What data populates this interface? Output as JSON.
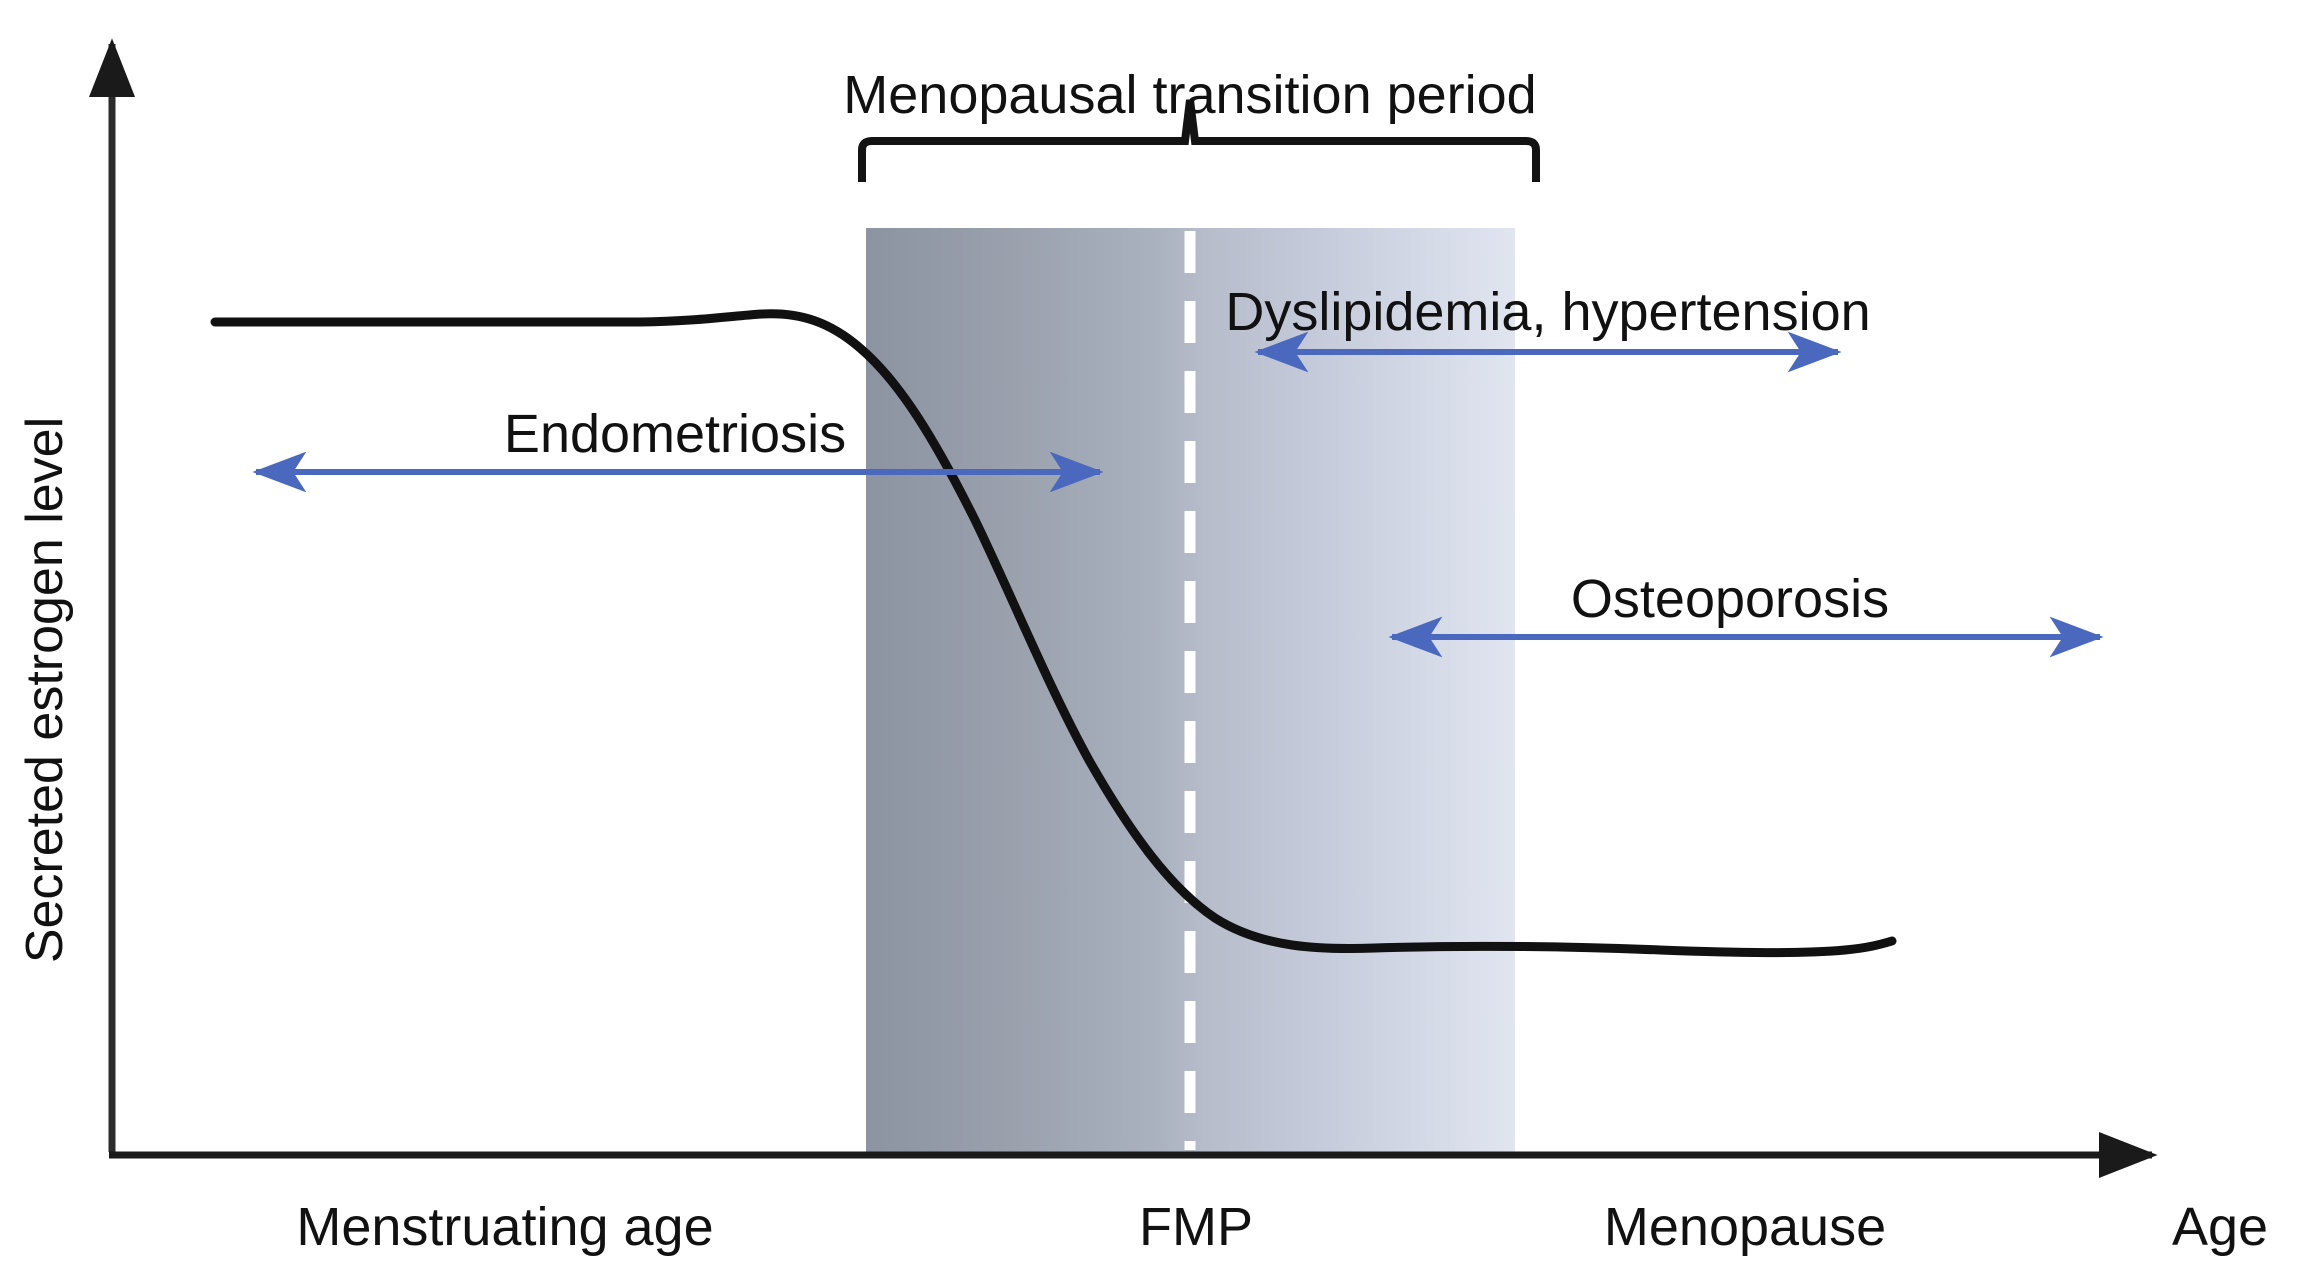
{
  "figure": {
    "type": "schematic-line-chart",
    "ylabel": "Secreted estrogen level",
    "xlabel": "Age",
    "bracket_label": "Menopausal transition period",
    "fmp_marker": "FMP"
  },
  "axis": {
    "x_ticks": [
      "Menstruating age",
      "FMP",
      "Menopause"
    ],
    "y_axis_label": "Secreted estrogen level",
    "x_axis_label": "Age"
  },
  "annotations": [
    {
      "label": "Dyslipidemia, hypertension"
    },
    {
      "label": "Endometriosis"
    },
    {
      "label": "Osteoporosis"
    }
  ],
  "colors": {
    "arrow": "#4a68bd",
    "curve": "#000000",
    "axis": "#1a1a1a",
    "band_left": "#8f96a3",
    "band_right": "#dee3ef",
    "fmp_dash": "#ffffff"
  },
  "chart_data": {
    "type": "line",
    "title": "",
    "xlabel": "Age",
    "ylabel": "Secreted estrogen level",
    "xlim": [
      0,
      100
    ],
    "ylim": [
      0,
      100
    ],
    "grid": false,
    "legend": "none",
    "series": [
      {
        "name": "Secreted estrogen level",
        "x": [
          5,
          20,
          32,
          40,
          45,
          50,
          55,
          58,
          62,
          66,
          70,
          75,
          80,
          88,
          95,
          100
        ],
        "values": [
          83,
          83,
          84,
          85,
          84,
          78,
          68,
          58,
          47,
          38,
          30,
          24,
          21,
          20,
          20,
          21
        ]
      }
    ],
    "x_tick_labels": [
      "Menstruating age",
      "FMP",
      "Menopause"
    ],
    "x_tick_positions": [
      17,
      53,
      75
    ],
    "shaded_band": {
      "label": "Menopausal transition period",
      "x_start": 37,
      "x_end": 69,
      "y_top": 92,
      "gradient_from": "#8f96a3",
      "gradient_to": "#dee3ef"
    },
    "fmp_line": {
      "label": "FMP",
      "x": 53,
      "style": "dashed",
      "color": "#ffffff"
    },
    "annotation_arrows": [
      {
        "label": "Dyslipidemia, hypertension",
        "x_start": 56,
        "x_end": 84,
        "y": 78,
        "double_headed": true
      },
      {
        "label": "Endometriosis",
        "x_start": 7,
        "x_end": 48,
        "y": 73,
        "double_headed": true
      },
      {
        "label": "Osteoporosis",
        "x_start": 62,
        "x_end": 97,
        "y": 59,
        "double_headed": true
      }
    ]
  }
}
